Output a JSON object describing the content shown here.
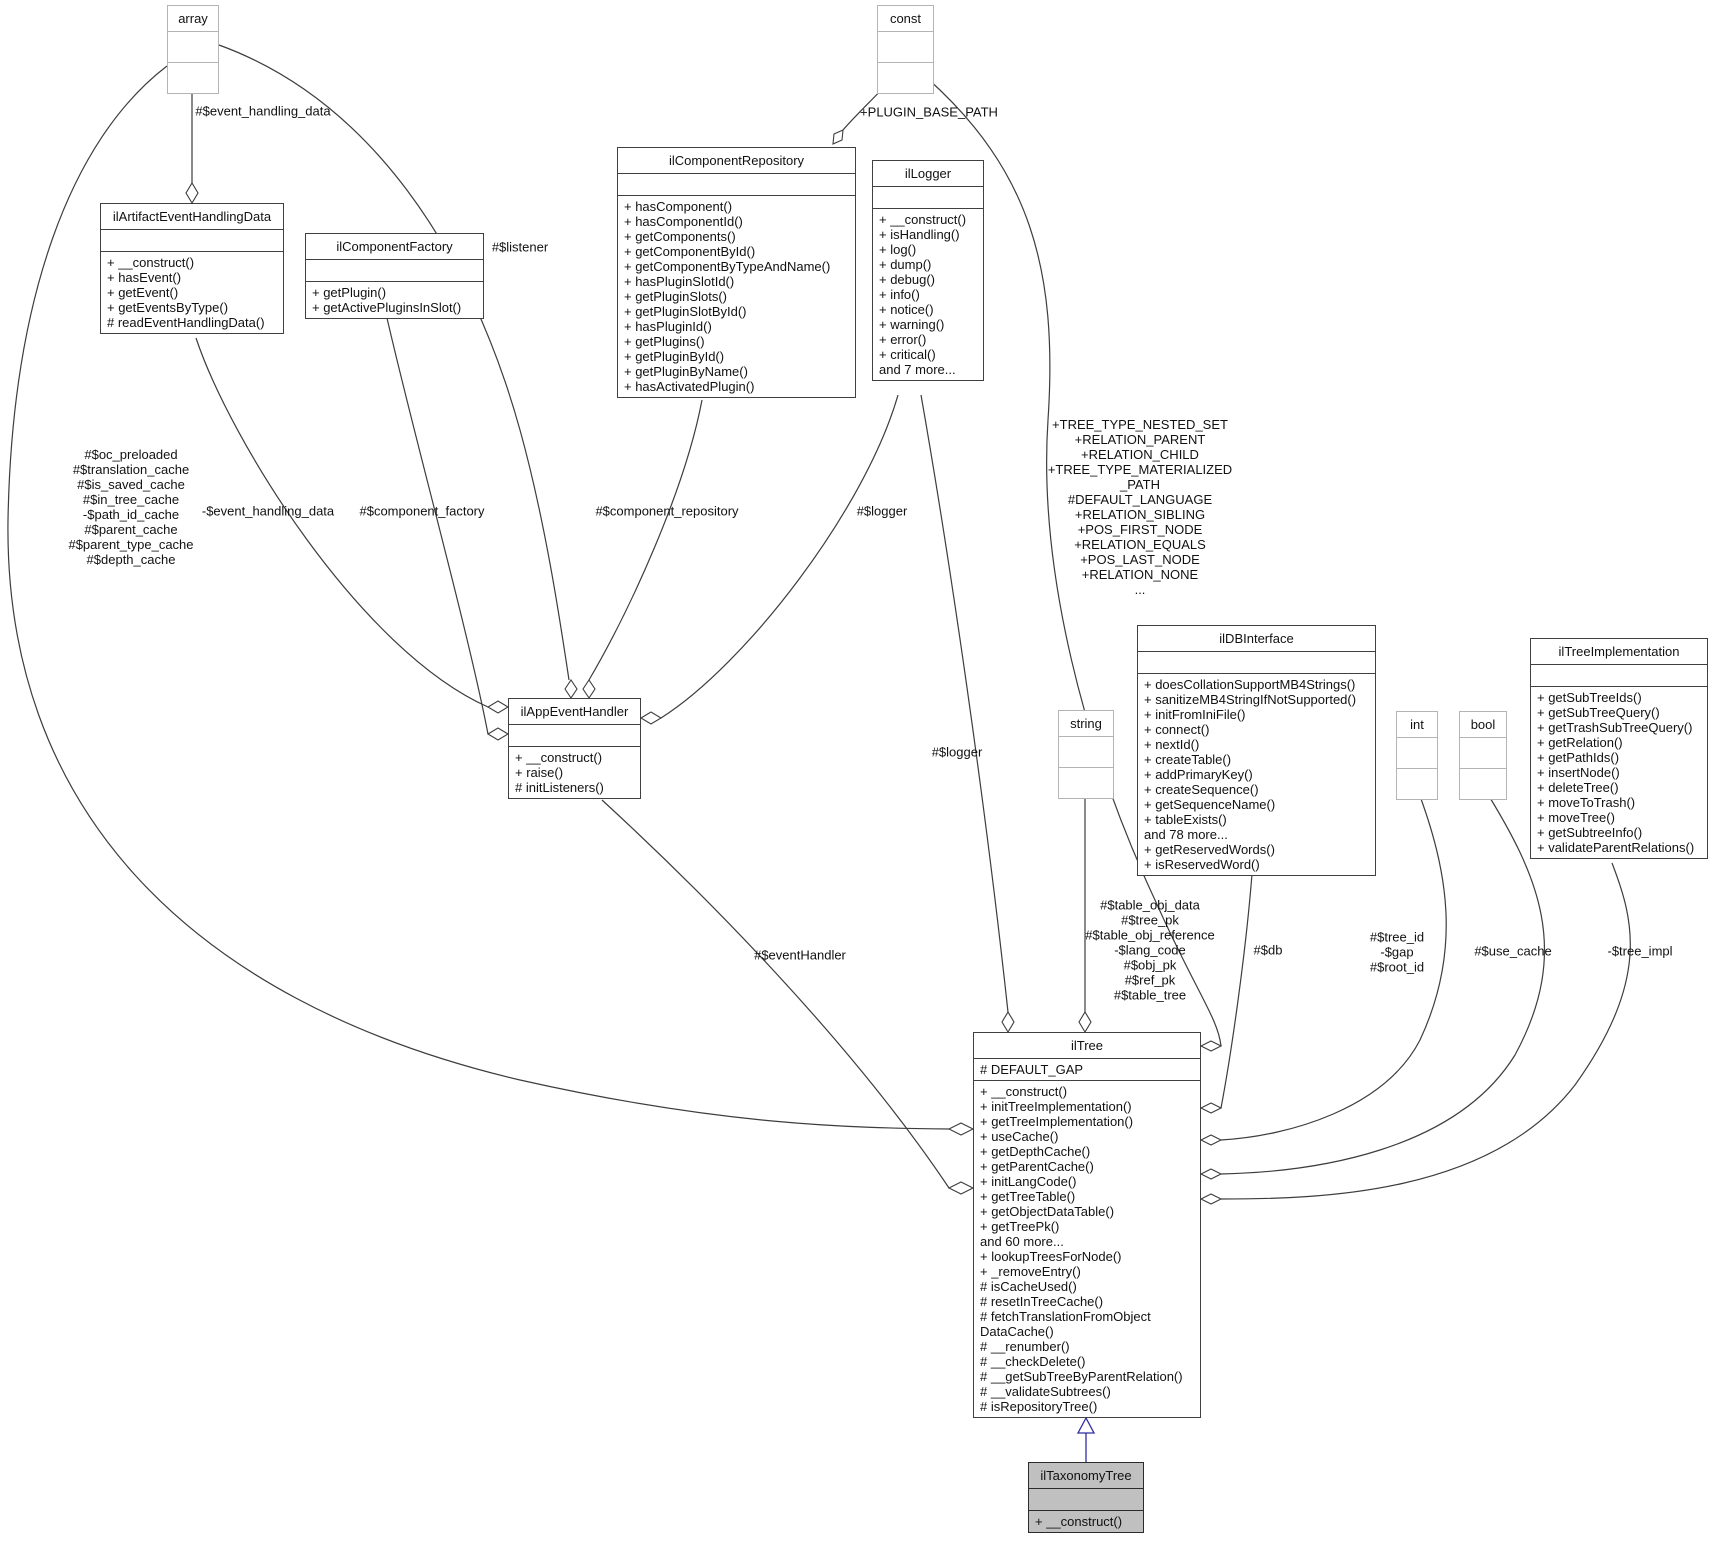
{
  "classes": {
    "array": {
      "title": "array",
      "attrs": [],
      "methods": []
    },
    "const": {
      "title": "const",
      "attrs": [],
      "methods": []
    },
    "string": {
      "title": "string",
      "attrs": [],
      "methods": []
    },
    "int": {
      "title": "int",
      "attrs": [],
      "methods": []
    },
    "bool": {
      "title": "bool",
      "attrs": [],
      "methods": []
    },
    "ilArtifactEventHandlingData": {
      "title": "ilArtifactEventHandlingData",
      "attrs": [],
      "methods": [
        "+ __construct()",
        "+ hasEvent()",
        "+ getEvent()",
        "+ getEventsByType()",
        "# readEventHandlingData()"
      ]
    },
    "ilComponentFactory": {
      "title": "ilComponentFactory",
      "attrs": [],
      "methods": [
        "+ getPlugin()",
        "+ getActivePluginsInSlot()"
      ]
    },
    "ilComponentRepository": {
      "title": "ilComponentRepository",
      "attrs": [],
      "methods": [
        "+ hasComponent()",
        "+ hasComponentId()",
        "+ getComponents()",
        "+ getComponentById()",
        "+ getComponentByTypeAndName()",
        "+ hasPluginSlotId()",
        "+ getPluginSlots()",
        "+ getPluginSlotById()",
        "+ hasPluginId()",
        "+ getPlugins()",
        "+ getPluginById()",
        "+ getPluginByName()",
        "+ hasActivatedPlugin()"
      ]
    },
    "ilLogger": {
      "title": "ilLogger",
      "attrs": [],
      "methods": [
        "+ __construct()",
        "+ isHandling()",
        "+ log()",
        "+ dump()",
        "+ debug()",
        "+ info()",
        "+ notice()",
        "+ warning()",
        "+ error()",
        "+ critical()",
        "and 7 more..."
      ]
    },
    "ilAppEventHandler": {
      "title": "ilAppEventHandler",
      "attrs": [],
      "methods": [
        "+ __construct()",
        "+ raise()",
        "# initListeners()"
      ]
    },
    "ilDBInterface": {
      "title": "ilDBInterface",
      "attrs": [],
      "methods": [
        "+ doesCollationSupportMB4Strings()",
        "+ sanitizeMB4StringIfNotSupported()",
        "+ initFromIniFile()",
        "+ connect()",
        "+ nextId()",
        "+ createTable()",
        "+ addPrimaryKey()",
        "+ createSequence()",
        "+ getSequenceName()",
        "+ tableExists()",
        "and 78 more...",
        "+ getReservedWords()",
        "+ isReservedWord()"
      ]
    },
    "ilTreeImplementation": {
      "title": "ilTreeImplementation",
      "attrs": [],
      "methods": [
        "+ getSubTreeIds()",
        "+ getSubTreeQuery()",
        "+ getTrashSubTreeQuery()",
        "+ getRelation()",
        "+ getPathIds()",
        "+ insertNode()",
        "+ deleteTree()",
        "+ moveToTrash()",
        "+ moveTree()",
        "+ getSubtreeInfo()",
        "+ validateParentRelations()"
      ]
    },
    "ilTree": {
      "title": "ilTree",
      "attrs": [
        "# DEFAULT_GAP"
      ],
      "methods": [
        "+ __construct()",
        "+ initTreeImplementation()",
        "+ getTreeImplementation()",
        "+ useCache()",
        "+ getDepthCache()",
        "+ getParentCache()",
        "+ initLangCode()",
        "+ getTreeTable()",
        "+ getObjectDataTable()",
        "+ getTreePk()",
        "and 60 more...",
        "+ lookupTreesForNode()",
        "+ _removeEntry()",
        "# isCacheUsed()",
        "# resetInTreeCache()",
        "# fetchTranslationFromObject",
        "DataCache()",
        "# __renumber()",
        "# __checkDelete()",
        "# __getSubTreeByParentRelation()",
        "# __validateSubtrees()",
        "# isRepositoryTree()"
      ]
    },
    "ilTaxonomyTree": {
      "title": "ilTaxonomyTree",
      "attrs": [],
      "methods": [
        "+ __construct()"
      ]
    }
  },
  "edge_labels": {
    "event_handling_data": "#$event_handling_data",
    "plugin_base_path": "+PLUGIN_BASE_PATH",
    "listener": "#$listener",
    "array_caches": "#$oc_preloaded\n#$translation_cache\n#$is_saved_cache\n#$in_tree_cache\n-$path_id_cache\n#$parent_cache\n#$parent_type_cache\n#$depth_cache",
    "event_handling_data_private": "-$event_handling_data",
    "component_factory": "#$component_factory",
    "component_repository": "#$component_repository",
    "logger_handler": "#$logger",
    "tree_constants": "+TREE_TYPE_NESTED_SET\n+RELATION_PARENT\n+RELATION_CHILD\n+TREE_TYPE_MATERIALIZED\n_PATH\n#DEFAULT_LANGUAGE\n+RELATION_SIBLING\n+POS_FIRST_NODE\n+RELATION_EQUALS\n+POS_LAST_NODE\n+RELATION_NONE\n...",
    "logger_tree": "#$logger",
    "event_handler": "#$eventHandler",
    "table_fields": "#$table_obj_data\n#$tree_pk\n#$table_obj_reference\n-$lang_code\n#$obj_pk\n#$ref_pk\n#$table_tree",
    "db": "#$db",
    "tree_ids": "#$tree_id\n-$gap\n#$root_id",
    "use_cache": "#$use_cache",
    "tree_impl": "-$tree_impl"
  },
  "colors": {
    "node_border": "#404040",
    "plain_border": "#b4b4b4",
    "highlight_fill": "#c0c0c0",
    "edge": "#3d3d3d",
    "inheritance": "#2d2da0",
    "background": "#ffffff"
  }
}
